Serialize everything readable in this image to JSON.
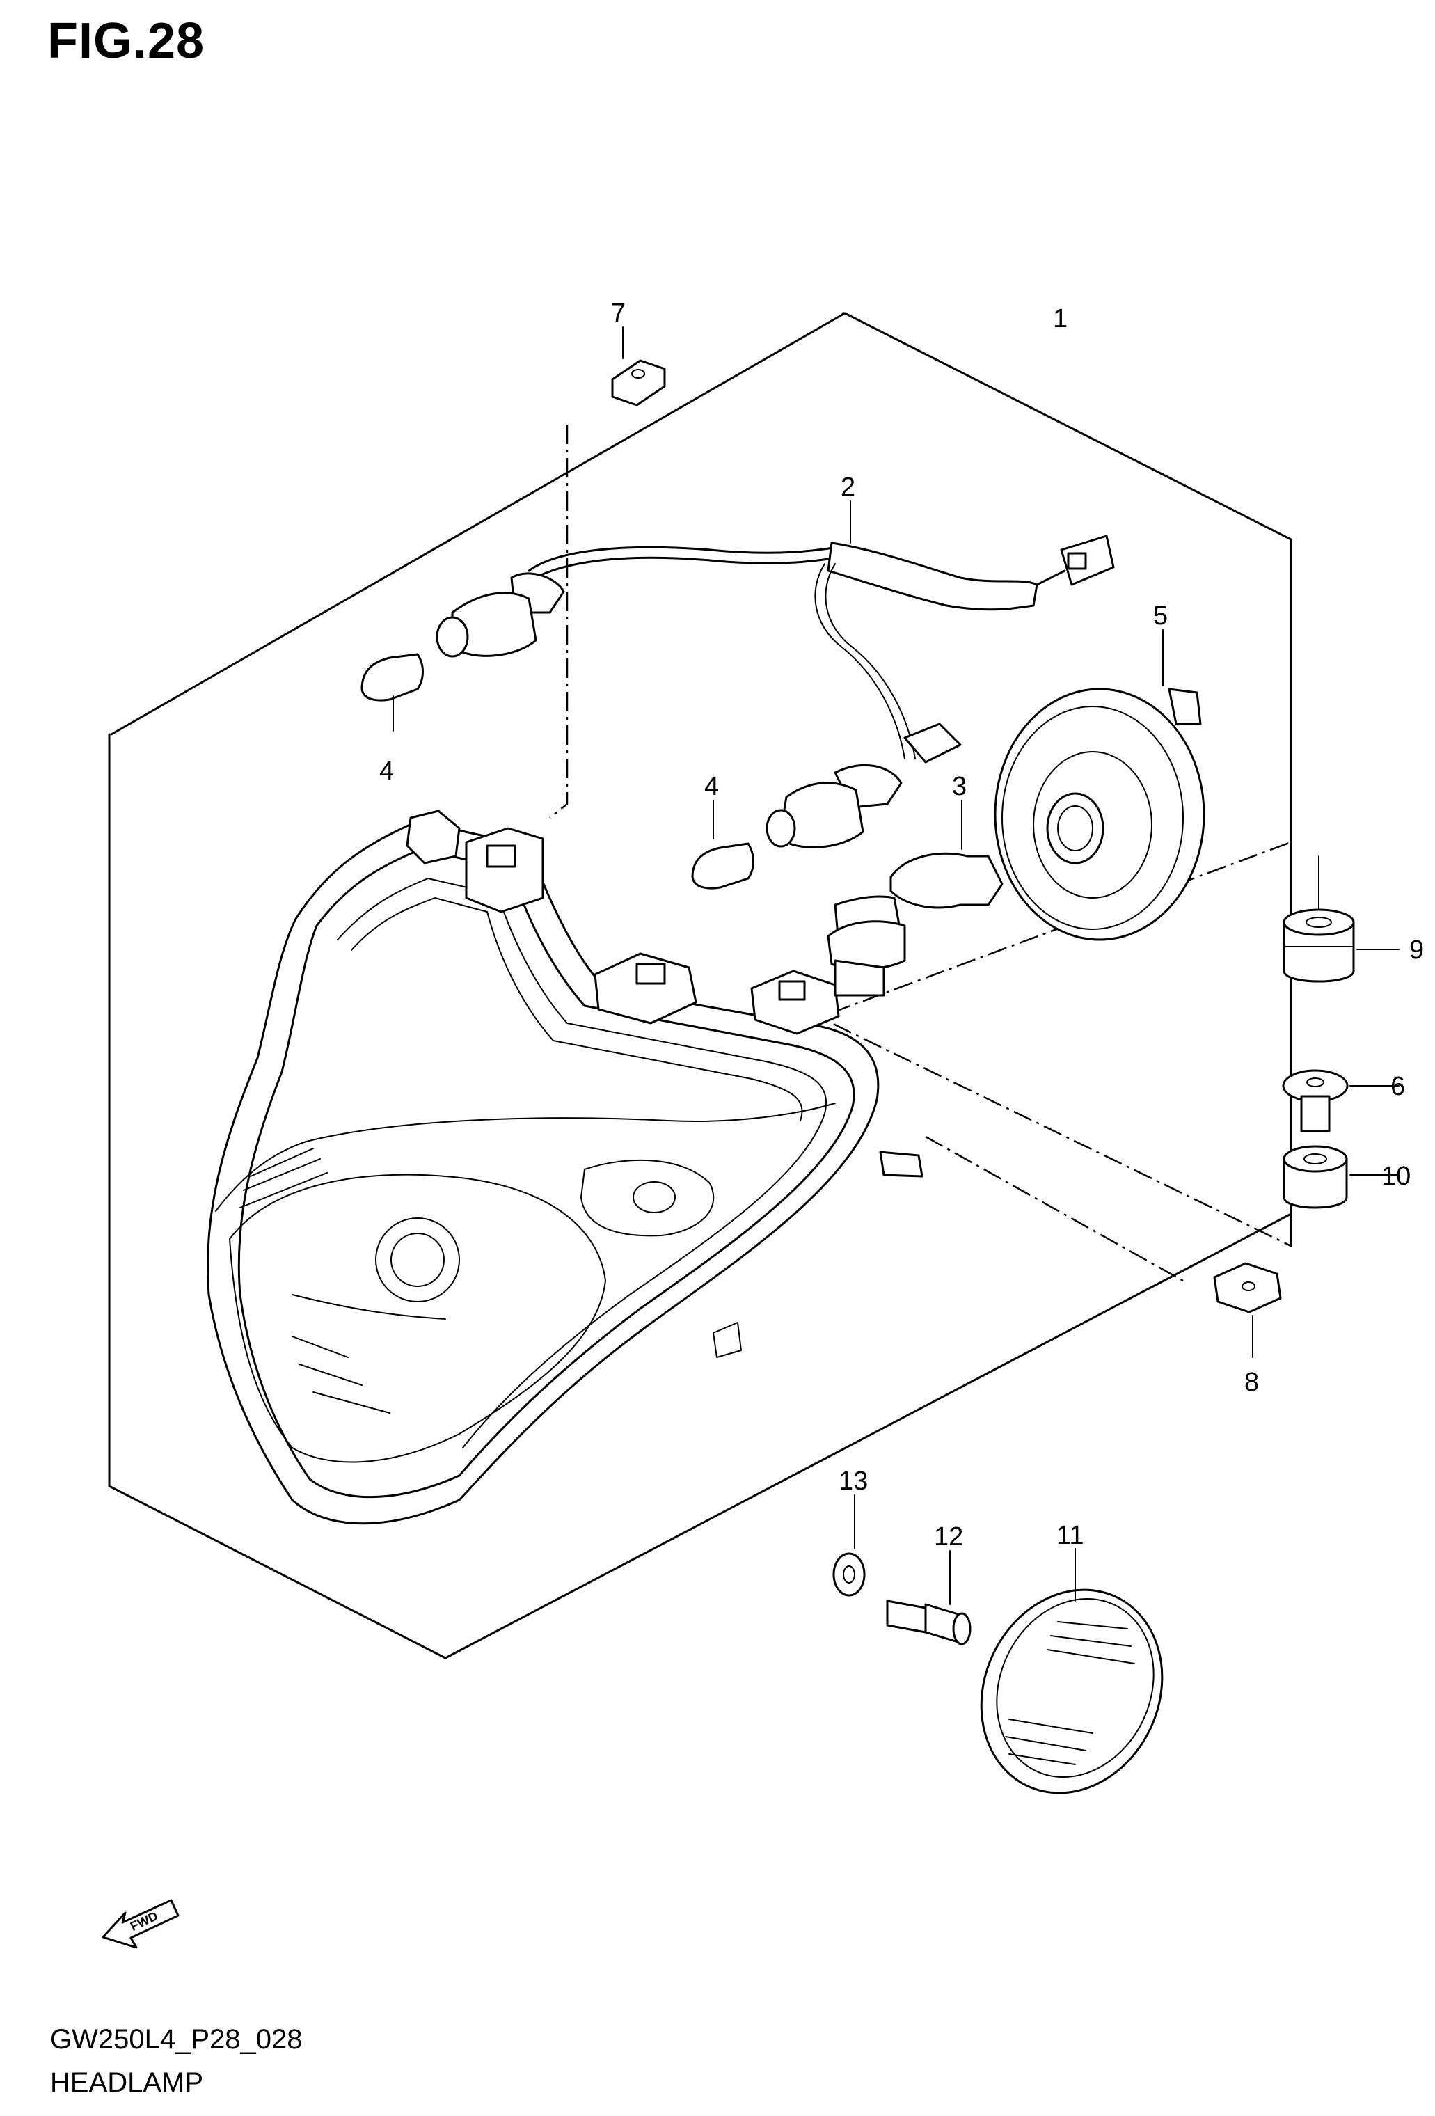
{
  "figure": {
    "title": "FIG.28",
    "code": "GW250L4_P28_028",
    "name": "HEADLAMP",
    "fwd_label": "FWD"
  },
  "callouts": {
    "c1": "1",
    "c2": "2",
    "c3": "3",
    "c4a": "4",
    "c4b": "4",
    "c5": "5",
    "c6": "6",
    "c7": "7",
    "c8": "8",
    "c9": "9",
    "c10": "10",
    "c11": "11",
    "c12": "12",
    "c13": "13"
  }
}
